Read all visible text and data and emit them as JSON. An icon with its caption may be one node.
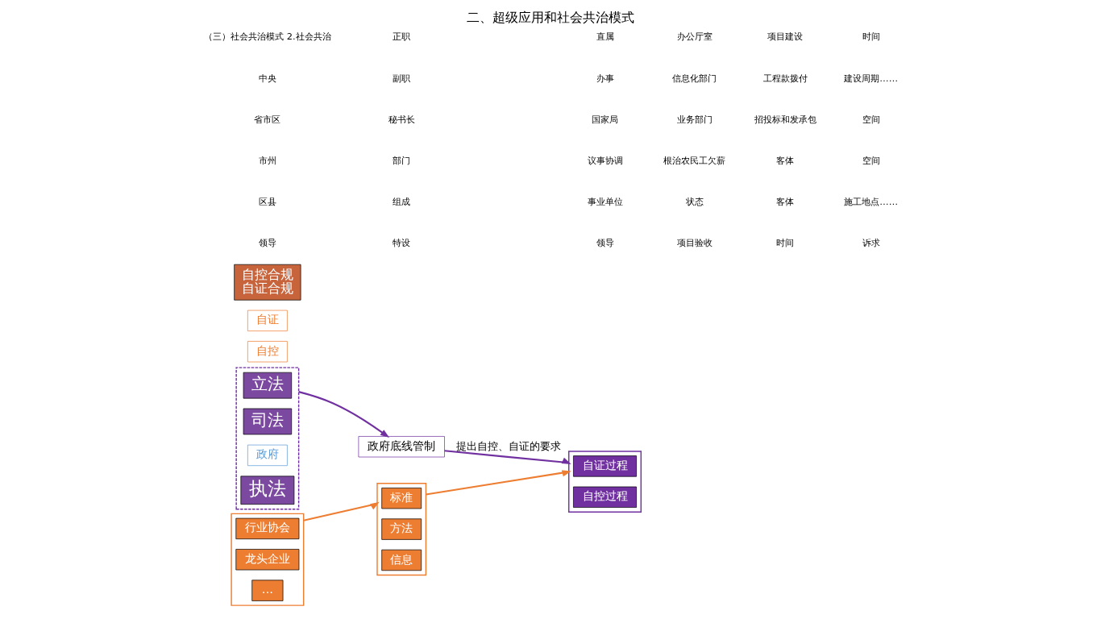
{
  "diagram": {
    "title": "二、超级应用和社会共治模式",
    "nodes": [
      {
        "text": [],
        "shape": "box"
      },
      {
        "text": [
          "立法"
        ],
        "in": 0
      },
      {
        "text": [
          "司法"
        ],
        "in": 0
      },
      {
        "text": [
          "政府"
        ],
        "in": 0
      },
      {
        "text": [
          "执法"
        ],
        "in": 0
      },
      {
        "text": [
          "政府底线管制"
        ]
      },
      {
        "text": [],
        "shape": "box"
      },
      {
        "text": [
          "自证过程"
        ],
        "in": 6
      },
      {
        "text": [
          "自控过程"
        ],
        "in": 6
      },
      {
        "text": [],
        "shape": "box"
      },
      {
        "text": [
          "标准"
        ],
        "in": 9
      },
      {
        "text": [
          "方法"
        ],
        "in": 9
      },
      {
        "text": [
          "信息"
        ],
        "in": 9
      },
      {
        "text": [],
        "shape": "box"
      },
      {
        "text": [
          "行业协会"
        ],
        "in": 13
      },
      {
        "text": [
          "龙头企业"
        ],
        "in": 13
      },
      {
        "text": [
          "…"
        ],
        "in": 13
      },
      {
        "text": [
          "自控"
        ]
      },
      {
        "text": [
          "自证"
        ]
      },
      {
        "text": [
          "自控合规",
          "自证合规"
        ]
      }
    ],
    "edges": [
      {
        "from": 0,
        "to": 5,
        "arrow": "to"
      },
      {
        "from": 5,
        "to": 6,
        "arrow": "to",
        "label": "提出自控、自证的要求"
      },
      {
        "from": 9,
        "to": 6,
        "arrow": "to",
        "color": "#ed7d31"
      },
      {
        "from": 13,
        "to": 9,
        "arrow": "to",
        "color": "#ed7d31"
      }
    ],
    "labels": [
      "（三）社会共治模式 2.社会共治",
      "中央",
      "省市区",
      "市州",
      "区县",
      "领导",
      "正职",
      "副职",
      "秘书长",
      "部门",
      "组成",
      "特设",
      "直属",
      "办事",
      "国家局",
      "议事协调",
      "事业单位",
      "领导",
      "办公厅室",
      "信息化部门",
      "业务部门",
      "根治农民工欠薪",
      "状态",
      "项目验收",
      "项目建设",
      "工程款拨付",
      "招投标和发承包",
      "客体",
      "客体",
      "时间",
      "时间",
      "建设周期……",
      "空间",
      "空间",
      "施工地点……",
      "诉求"
    ]
  }
}
